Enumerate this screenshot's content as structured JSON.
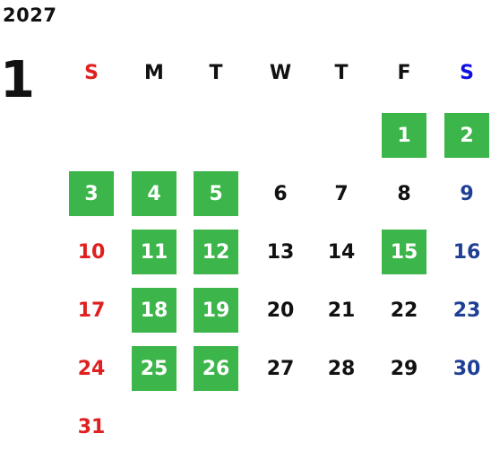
{
  "calendar": {
    "year": "2027",
    "month": "1",
    "weekdays": [
      "S",
      "M",
      "T",
      "W",
      "T",
      "F",
      "S"
    ],
    "days": [
      {
        "day": "1",
        "col": 5,
        "row": 0,
        "highlighted": true
      },
      {
        "day": "2",
        "col": 6,
        "row": 0,
        "highlighted": true
      },
      {
        "day": "3",
        "col": 0,
        "row": 1,
        "highlighted": true
      },
      {
        "day": "4",
        "col": 1,
        "row": 1,
        "highlighted": true
      },
      {
        "day": "5",
        "col": 2,
        "row": 1,
        "highlighted": true
      },
      {
        "day": "6",
        "col": 3,
        "row": 1,
        "highlighted": false
      },
      {
        "day": "7",
        "col": 4,
        "row": 1,
        "highlighted": false
      },
      {
        "day": "8",
        "col": 5,
        "row": 1,
        "highlighted": false
      },
      {
        "day": "9",
        "col": 6,
        "row": 1,
        "highlighted": false
      },
      {
        "day": "10",
        "col": 0,
        "row": 2,
        "highlighted": false
      },
      {
        "day": "11",
        "col": 1,
        "row": 2,
        "highlighted": true
      },
      {
        "day": "12",
        "col": 2,
        "row": 2,
        "highlighted": true
      },
      {
        "day": "13",
        "col": 3,
        "row": 2,
        "highlighted": false
      },
      {
        "day": "14",
        "col": 4,
        "row": 2,
        "highlighted": false
      },
      {
        "day": "15",
        "col": 5,
        "row": 2,
        "highlighted": true
      },
      {
        "day": "16",
        "col": 6,
        "row": 2,
        "highlighted": false
      },
      {
        "day": "17",
        "col": 0,
        "row": 3,
        "highlighted": false
      },
      {
        "day": "18",
        "col": 1,
        "row": 3,
        "highlighted": true
      },
      {
        "day": "19",
        "col": 2,
        "row": 3,
        "highlighted": true
      },
      {
        "day": "20",
        "col": 3,
        "row": 3,
        "highlighted": false
      },
      {
        "day": "21",
        "col": 4,
        "row": 3,
        "highlighted": false
      },
      {
        "day": "22",
        "col": 5,
        "row": 3,
        "highlighted": false
      },
      {
        "day": "23",
        "col": 6,
        "row": 3,
        "highlighted": false
      },
      {
        "day": "24",
        "col": 0,
        "row": 4,
        "highlighted": false
      },
      {
        "day": "25",
        "col": 1,
        "row": 4,
        "highlighted": true
      },
      {
        "day": "26",
        "col": 2,
        "row": 4,
        "highlighted": true
      },
      {
        "day": "27",
        "col": 3,
        "row": 4,
        "highlighted": false
      },
      {
        "day": "28",
        "col": 4,
        "row": 4,
        "highlighted": false
      },
      {
        "day": "29",
        "col": 5,
        "row": 4,
        "highlighted": false
      },
      {
        "day": "30",
        "col": 6,
        "row": 4,
        "highlighted": false
      },
      {
        "day": "31",
        "col": 0,
        "row": 5,
        "highlighted": false
      }
    ]
  },
  "colors": {
    "highlight_bg": "#3cb54a",
    "sunday": "#e02020",
    "saturday_header": "#1010e0",
    "saturday": "#1e3f94",
    "weekday": "#111111"
  }
}
